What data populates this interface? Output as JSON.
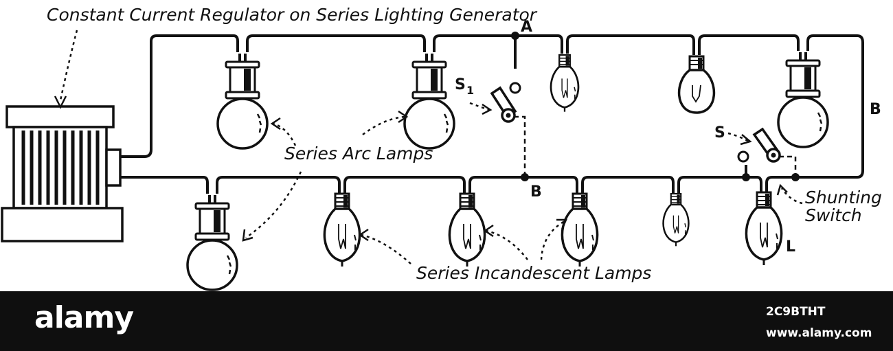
{
  "diagram": {
    "title_regulator": "Constant Current Regulator on Series Lighting Generator",
    "label_arc_lamps": "Series Arc Lamps",
    "label_incandescent": "Series Incandescent Lamps",
    "label_shunting_line1": "Shunting",
    "label_shunting_line2": "Switch",
    "point_a": "A",
    "point_b_right": "B",
    "point_b_bottom": "B",
    "switch_s1": "S",
    "switch_s1_sub": "1",
    "switch_s": "S",
    "lamp_l": "L"
  },
  "watermark": {
    "logo": "alamy",
    "image_id": "2C9BTHT",
    "url": "www.alamy.com"
  }
}
